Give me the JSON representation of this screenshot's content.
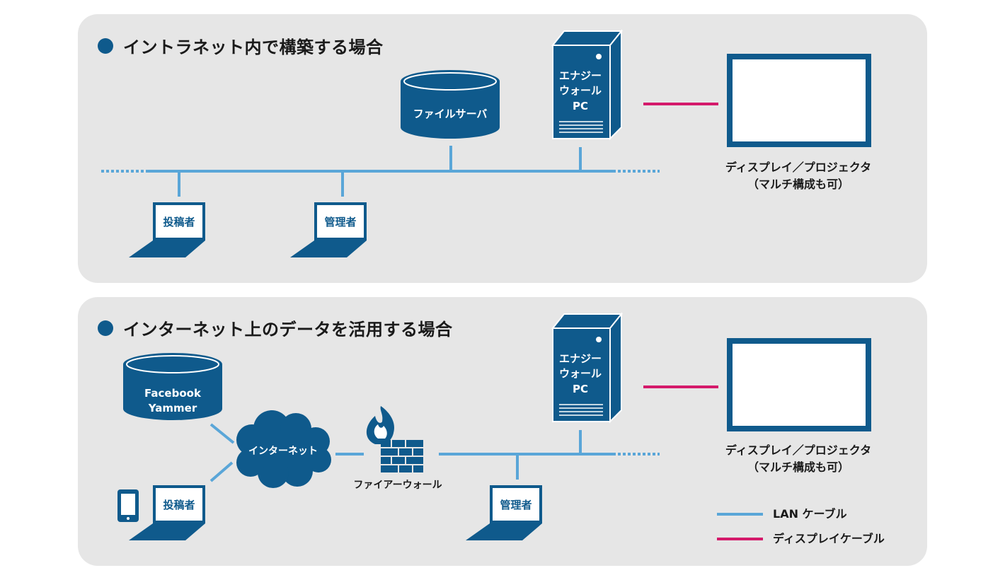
{
  "section1": {
    "title": "イントラネット内で構築する場合",
    "file_server": "ファイルサーバ",
    "energy_pc": [
      "エナジー",
      "ウォール",
      "PC"
    ],
    "poster": "投稿者",
    "admin": "管理者",
    "display_label": [
      "ディスプレイ／プロジェクタ",
      "（マルチ構成も可）"
    ]
  },
  "section2": {
    "title": "インターネット上のデータを活用する場合",
    "cloud_db": [
      "Facebook",
      "Yammer"
    ],
    "internet": "インターネット",
    "firewall": "ファイアーウォール",
    "energy_pc": [
      "エナジー",
      "ウォール",
      "PC"
    ],
    "poster": "投稿者",
    "admin": "管理者",
    "display_label": [
      "ディスプレイ／プロジェクタ",
      "（マルチ構成も可）"
    ]
  },
  "legend": {
    "lan": "LAN ケーブル",
    "display_cable": "ディスプレイケーブル"
  },
  "colors": {
    "navy": "#0f5a8c",
    "lan_blue": "#5aa6d8",
    "display_pink": "#d41a6b",
    "panel_bg": "#e6e6e6"
  }
}
